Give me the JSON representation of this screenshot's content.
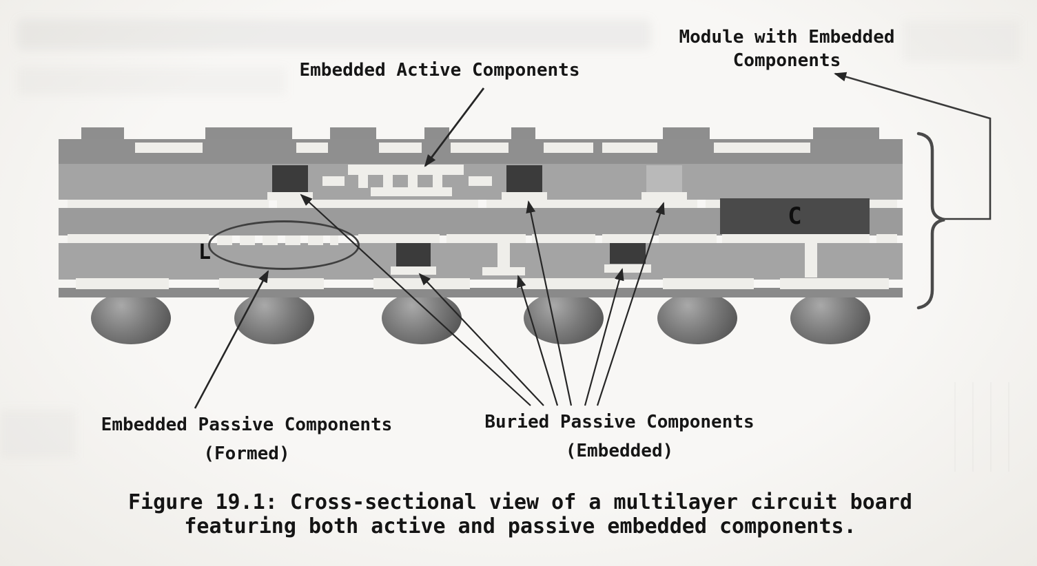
{
  "colors": {
    "page_bg": "#f5f4f1",
    "board_gray_dark": "#8e8e8e",
    "board_gray_mid": "#a4a4a4",
    "board_gray": "#9b9b9b",
    "component_dark": "#3b3b3b",
    "component_light": "#b9b9b9",
    "capacitor_fill": "#4a4a4a",
    "pad_white": "#efeeea",
    "annotation_line": "#262626",
    "text": "#161616"
  },
  "labels": {
    "embedded_active": "Embedded Active Components",
    "module_line1": "Module with Embedded",
    "module_line2": "Components",
    "embedded_passive_line1": "Embedded Passive Components",
    "embedded_passive_line2": "(Formed)",
    "buried_line1": "Buried Passive Components",
    "buried_line2": "(Embedded)",
    "inductor": "L",
    "capacitor": "C"
  },
  "caption": {
    "line1": "Figure 19.1: Cross-sectional view of a multilayer circuit board",
    "line2": "featuring both active and passive embedded components."
  }
}
